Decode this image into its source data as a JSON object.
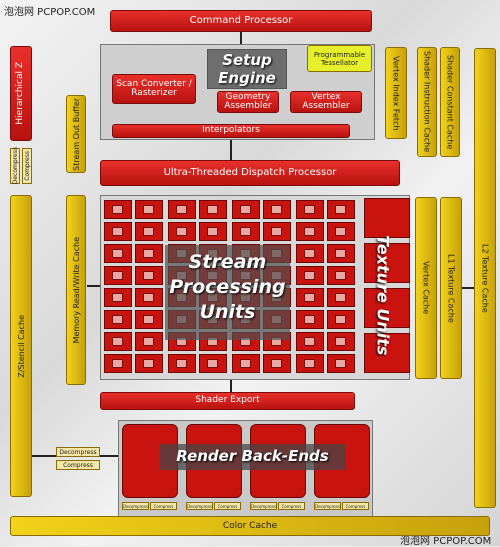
{
  "watermark_top": "泡泡网 PCPOP.COM",
  "watermark_bottom": "泡泡网 PCPOP.COM",
  "labels": {
    "command_processor": "Command Processor",
    "setup_engine": "Setup Engine",
    "programmable_tessellator": "Programmable Tessellator",
    "scan_converter": "Scan Converter / Rasterizer",
    "geometry_assembler": "Geometry Assembler",
    "vertex_assembler": "Vertex Assembler",
    "interpolators": "Interpolators",
    "hierarchical_z": "Hierarchical Z",
    "stream_out_buffer": "Stream Out Buffer",
    "vertex_index_fetch": "Vertex Index Fetch",
    "shader_instruction_cache": "Shader Instruction Cache",
    "shader_constant_cache": "Shader Constant Cache",
    "ultra_threaded": "Ultra-Threaded Dispatch Processor",
    "memory_rw_cache": "Memory Read/Write Cache",
    "stream_processing_units": "Stream Processing Units",
    "texture_units": "Texture Units",
    "vertex_cache": "Vertex Cache",
    "l1_texture_cache": "L1 Texture Cache",
    "l2_texture_cache": "L2 Texture Cache",
    "zstencil_cache": "Z/Stencil Cache",
    "shader_export": "Shader Export",
    "render_back_ends": "Render Back-Ends",
    "color_cache": "Color Cache",
    "decompress": "Decompress",
    "compress": "Compress"
  },
  "colors": {
    "red": "#c9130f",
    "yellow": "#e3bd12",
    "panel": "#8a8a8a"
  }
}
